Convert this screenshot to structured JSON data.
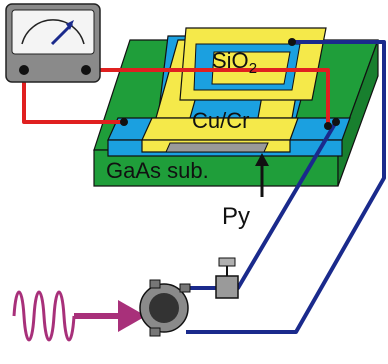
{
  "labels": {
    "sio2_main": "SiO",
    "sio2_sub": "2",
    "cu_cr": "Cu/Cr",
    "gaas": "GaAs sub.",
    "py": "Py"
  },
  "colors": {
    "gaas": "#1f9e3a",
    "py_film": "#1ba0e0",
    "cu_cr": "#f5e94a",
    "sio2": "#f5e94a",
    "wire_red": "#e02020",
    "wire_blue": "#1a2a8c",
    "microwave": "#a8307a",
    "meter_body": "#8a8a8a"
  }
}
